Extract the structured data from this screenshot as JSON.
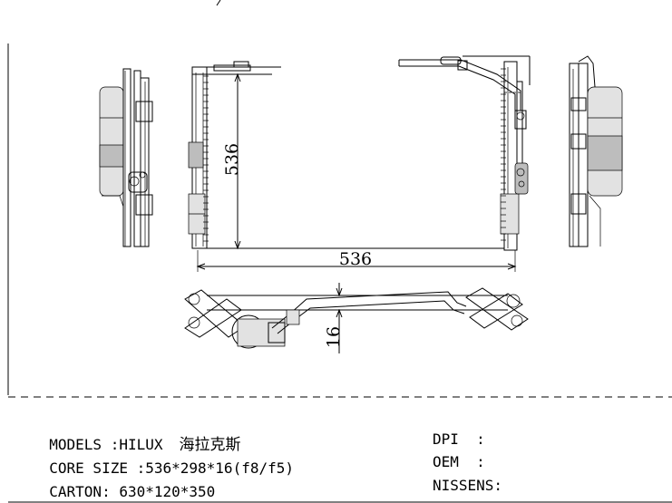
{
  "dimensions": {
    "height": "536",
    "width": "536",
    "thickness": "16"
  },
  "specs": {
    "models_label": "MODELS :",
    "models_value": "HILUX",
    "models_cn": "海拉克斯",
    "core_label": "CORE SIZE :",
    "core_value": "536*298*16(f8/f5)",
    "carton_label": "CARTON:",
    "carton_value": "630*120*350"
  },
  "refs": {
    "dpi": "DPI  :",
    "oem": "OEM  :",
    "nissens": "NISSENS:"
  }
}
